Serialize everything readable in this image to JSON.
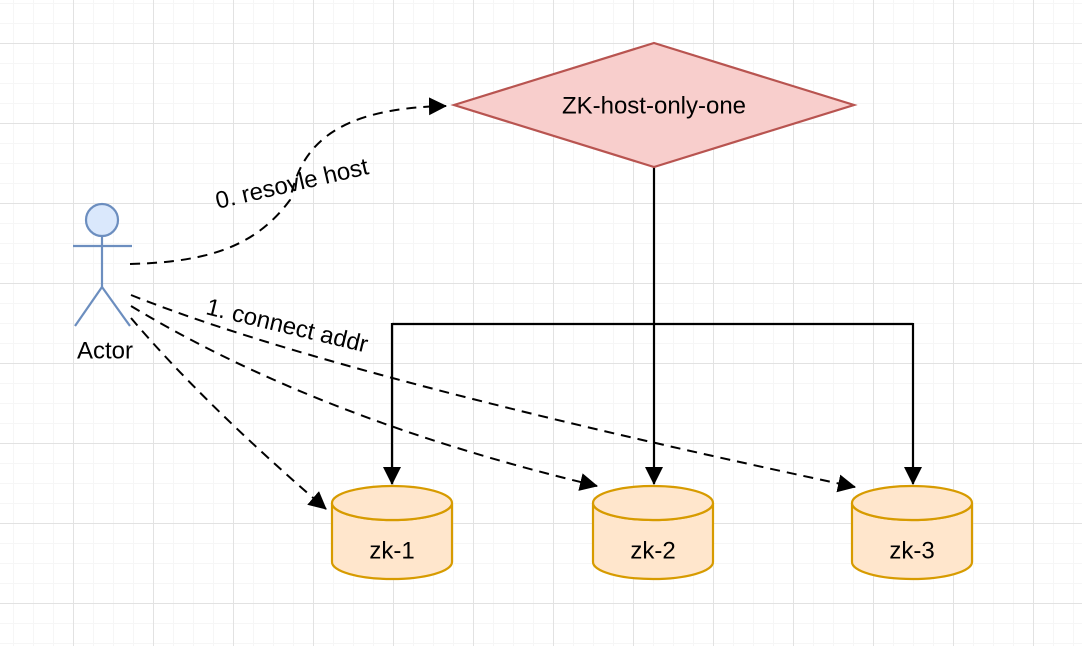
{
  "diagram": {
    "type": "flow-diagram",
    "actor": {
      "label": "Actor"
    },
    "decision": {
      "label": "ZK-host-only-one"
    },
    "servers": [
      {
        "label": "zk-1"
      },
      {
        "label": "zk-2"
      },
      {
        "label": "zk-3"
      }
    ],
    "edge_labels": {
      "resolve": "0. resovle host",
      "connect": "1. connect addr"
    }
  },
  "colors": {
    "background": "#ffffff",
    "grid_minor": "#f6f6f6",
    "grid_major": "#e2e2e2",
    "edge": "#000000",
    "text": "#000000",
    "decision_fill": "#f8cecc",
    "decision_stroke": "#b85450",
    "server_fill": "#ffe6cc",
    "server_stroke": "#d79b00",
    "actor_fill": "#dae8fc",
    "actor_stroke": "#6c8ebf"
  }
}
